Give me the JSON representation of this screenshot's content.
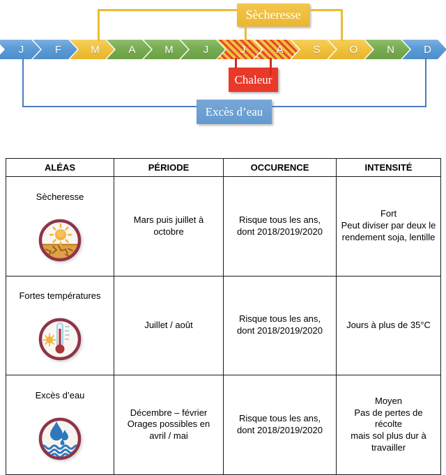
{
  "diagram": {
    "callouts": {
      "drought": "Sècheresse",
      "heat": "Chaleur",
      "excess_water": "Excès d’eau"
    },
    "months": [
      {
        "label": "J",
        "type": "blue"
      },
      {
        "label": "F",
        "type": "blue"
      },
      {
        "label": "M",
        "type": "yellow"
      },
      {
        "label": "A",
        "type": "green"
      },
      {
        "label": "M",
        "type": "green"
      },
      {
        "label": "J",
        "type": "green"
      },
      {
        "label": "J",
        "type": "hatched-yellow-red"
      },
      {
        "label": "A",
        "type": "hatched-yellow-red"
      },
      {
        "label": "S",
        "type": "yellow"
      },
      {
        "label": "O",
        "type": "yellow"
      },
      {
        "label": "N",
        "type": "green"
      },
      {
        "label": "D",
        "type": "blue"
      }
    ],
    "colors": {
      "month_blue": "#5B9BD5",
      "month_green": "#77AC51",
      "month_yellow": "#F0C23E",
      "hatch_red": "#E5462F",
      "drought_box": "#EFC243",
      "heat_box": "#E8392A",
      "water_box": "#6C9FD3",
      "icon_ring": "#8E3449"
    }
  },
  "table": {
    "headers": [
      "ALÉAS",
      "PÉRIODE",
      "OCCURENCE",
      "INTENSITÉ"
    ],
    "rows": [
      {
        "alea": "Sècheresse",
        "icon": "drought-sun-cracked-earth-icon",
        "periode": "Mars puis juillet à\noctobre",
        "occurence": "Risque tous les ans,\ndont 2018/2019/2020",
        "intensite": "Fort\nPeut diviser par deux le\nrendement soja, lentille"
      },
      {
        "alea": "Fortes températures",
        "icon": "thermometer-sun-icon",
        "periode": "Juillet / août",
        "occurence": "Risque tous les ans,\ndont 2018/2019/2020",
        "intensite": "Jours à plus de 35°C"
      },
      {
        "alea": "Excès d’eau",
        "icon": "water-drops-waves-icon",
        "periode": "Décembre – février\nOrages possibles en\navril / mai",
        "occurence": "Risque tous les ans,\ndont 2018/2019/2020",
        "intensite": "Moyen\nPas de pertes de récolte\nmais sol plus dur à\ntravailler"
      }
    ]
  }
}
